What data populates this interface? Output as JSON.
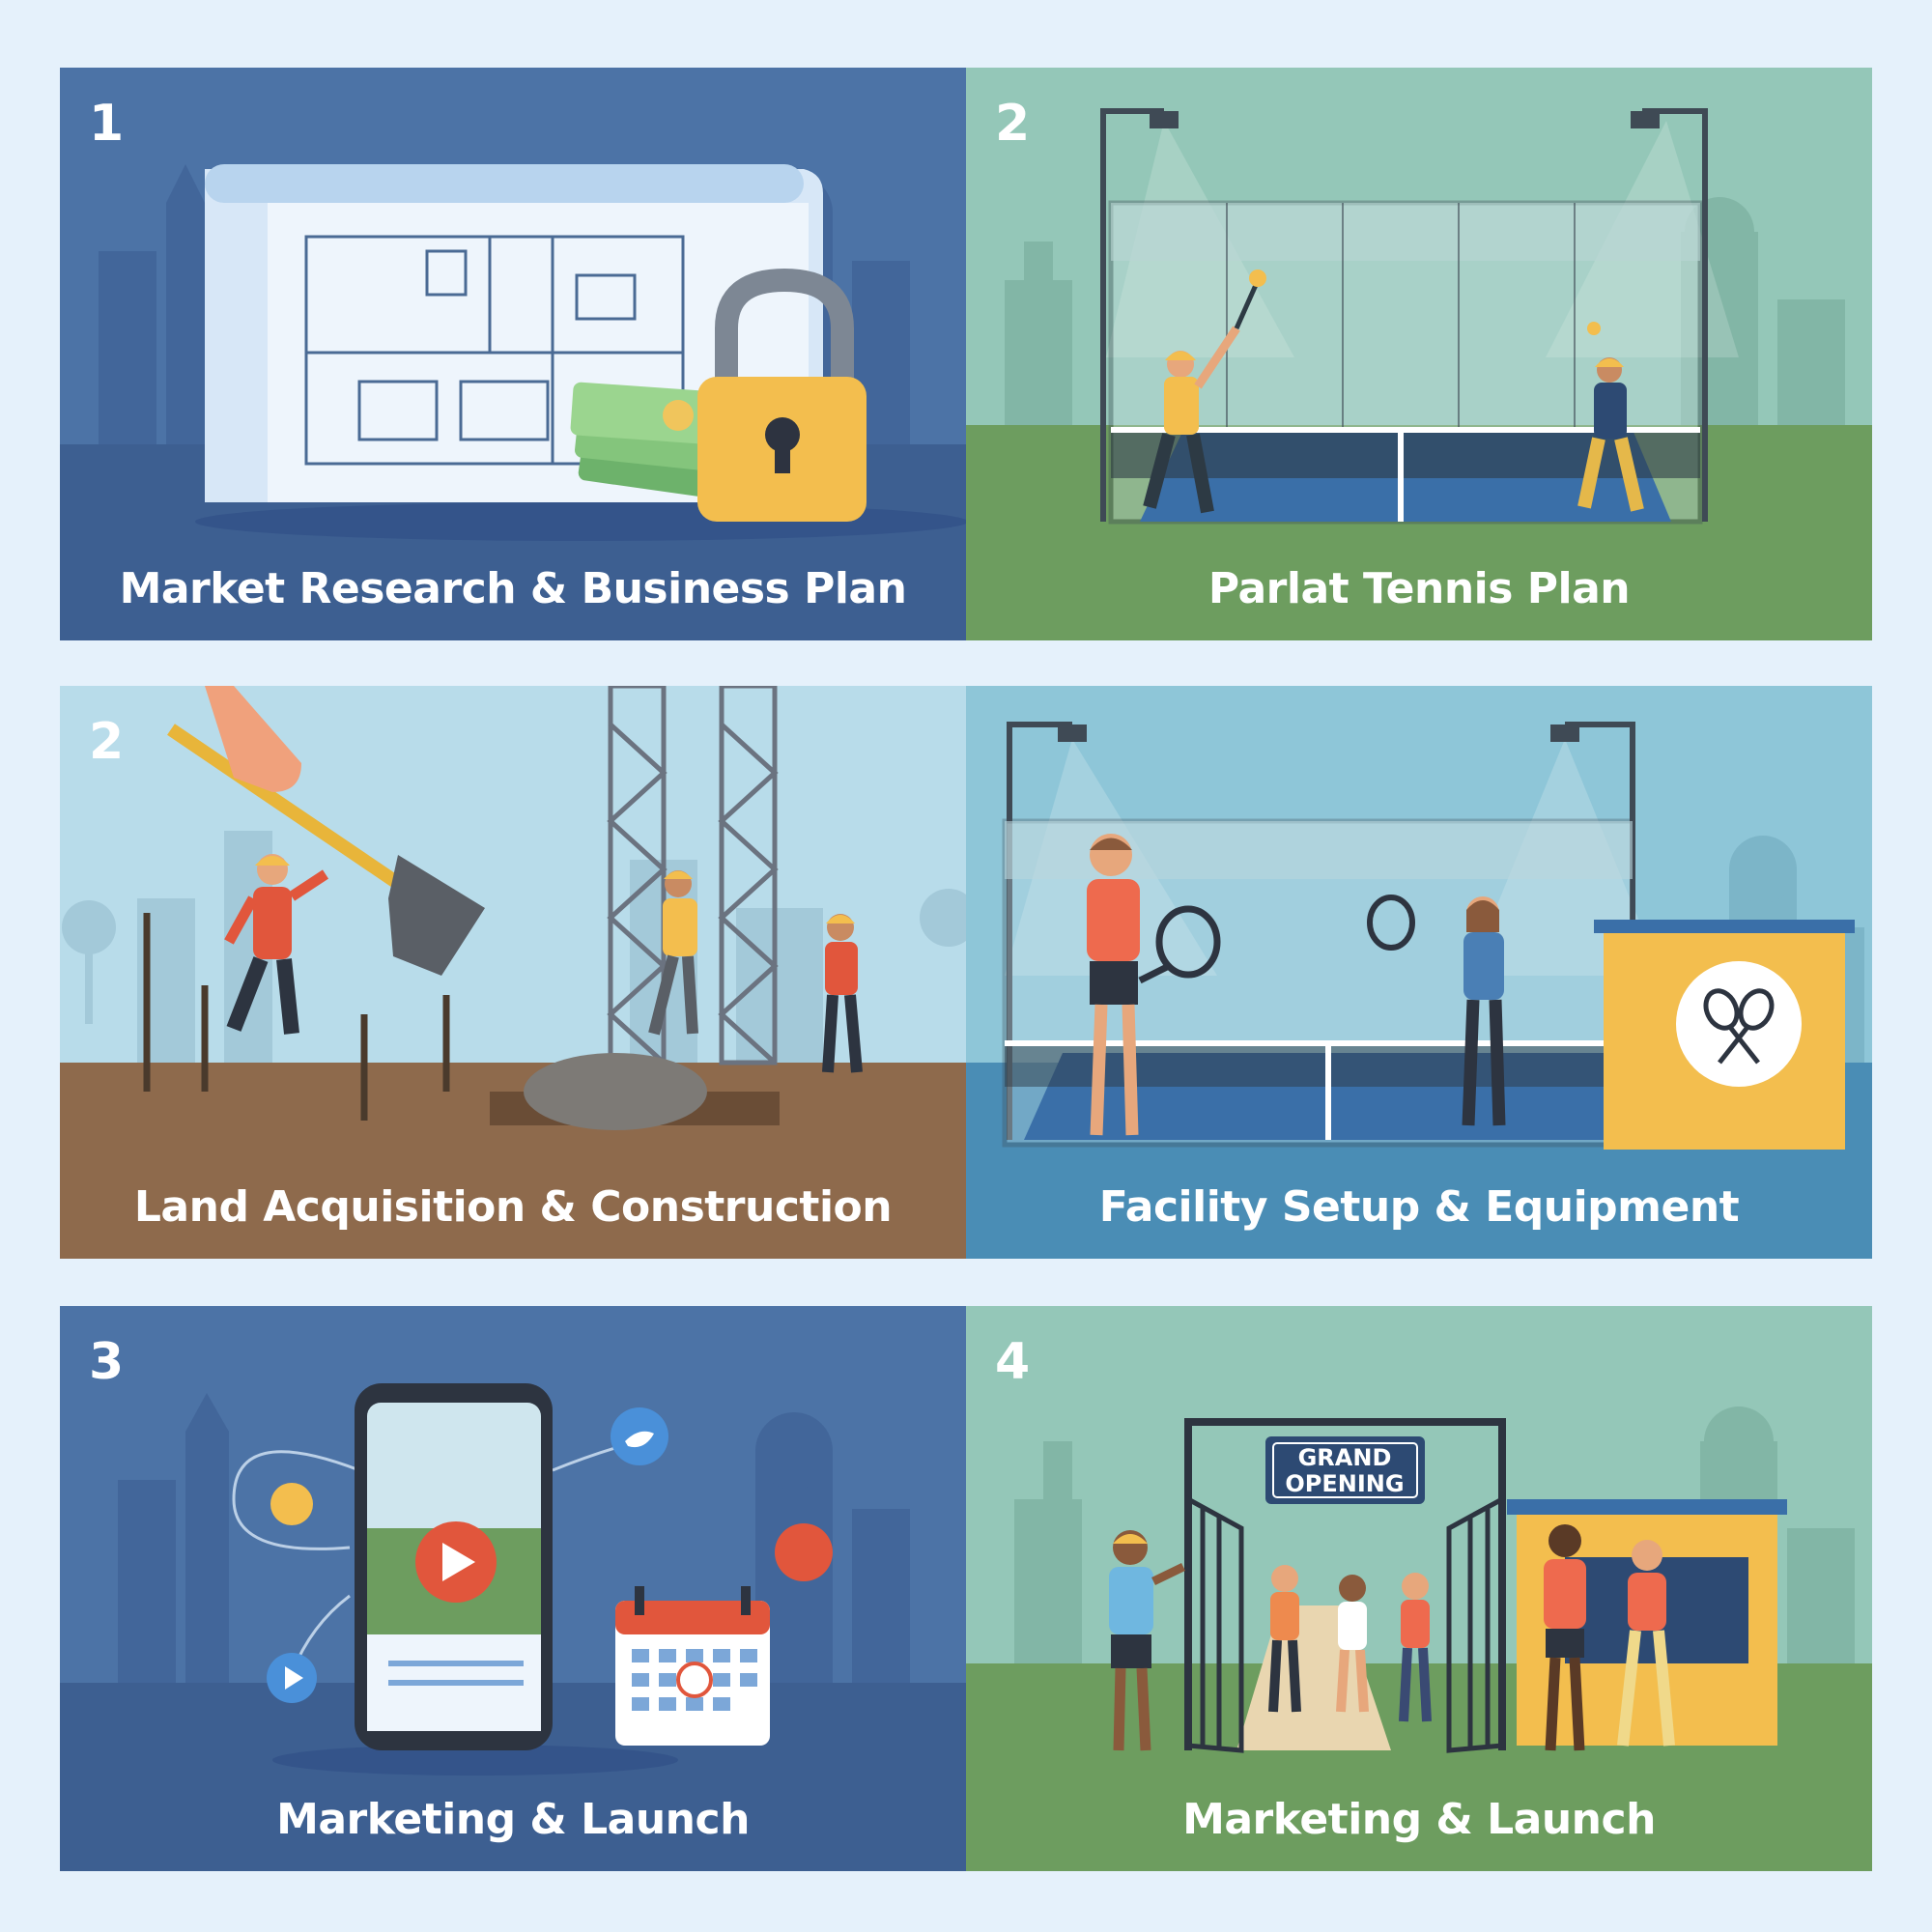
{
  "panels": [
    {
      "number": "1",
      "caption": "Market Research & Business Plan",
      "colors": {
        "bg": "#4c73a6",
        "ground": "#3d5f91"
      }
    },
    {
      "number": "2",
      "caption": "Parlat Tennis Plan",
      "colors": {
        "bg": "#94c7b8",
        "ground": "#6d9d5f"
      }
    },
    {
      "number": "2",
      "caption": "Land Acquisition & Construction",
      "colors": {
        "bg": "#b8dcea",
        "ground": "#8e6a4c"
      }
    },
    {
      "number": "",
      "caption": "Facility Setup & Equipment",
      "colors": {
        "bg": "#8ec6d8",
        "ground": "#4a8db5"
      }
    },
    {
      "number": "3",
      "caption": "Marketing & Launch",
      "colors": {
        "bg": "#4c73a6",
        "ground": "#3d5f91"
      }
    },
    {
      "number": "4",
      "caption": "Marketing & Launch",
      "colors": {
        "bg": "#94c7b8",
        "ground": "#6d9d5f"
      }
    }
  ],
  "sign": {
    "line1": "GRAND",
    "line2": "OPENING"
  },
  "icons": [
    "padlock-icon",
    "money-icon",
    "play-icon",
    "twitter-icon",
    "calendar-icon",
    "crossed-rackets-icon"
  ]
}
